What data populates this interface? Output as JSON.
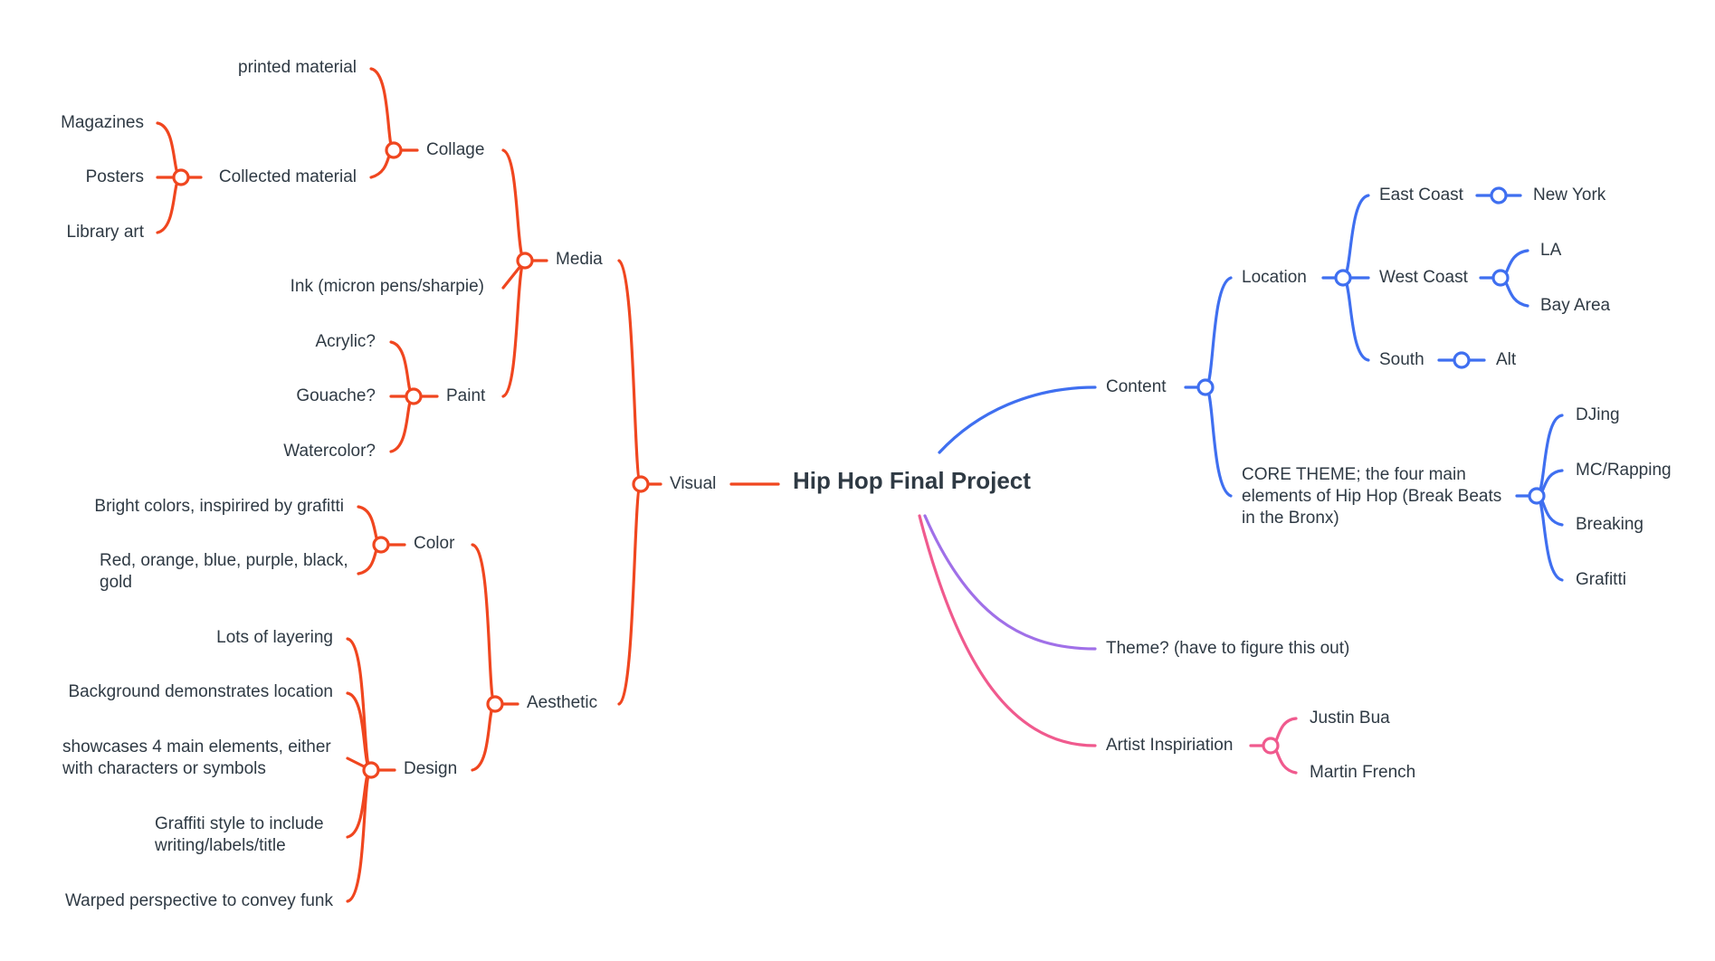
{
  "colors": {
    "visual": "#f0461f",
    "content": "#3f6ff0",
    "theme": "#a070e8",
    "artist": "#f05a8e",
    "text": "#2f3a44"
  },
  "map": {
    "root": "Hip Hop Final Project",
    "visual": {
      "label": "Visual",
      "media": {
        "label": "Media",
        "collage": {
          "label": "Collage",
          "printed": "printed material",
          "collected": {
            "label": "Collected material",
            "items": [
              "Magazines",
              "Posters",
              "Library art"
            ]
          }
        },
        "ink": "Ink (micron pens/sharpie)",
        "paint": {
          "label": "Paint",
          "items": [
            "Acrylic?",
            "Gouache?",
            "Watercolor?"
          ]
        }
      },
      "aesthetic": {
        "label": "Aesthetic",
        "color": {
          "label": "Color",
          "items": [
            "Bright colors, inspirired by grafitti",
            "Red, orange, blue, purple, black, gold"
          ]
        },
        "design": {
          "label": "Design",
          "items": [
            "Lots of layering",
            "Background demonstrates location",
            "showcases 4 main elements, either with characters or symbols",
            "Graffiti style to include writing/labels/title",
            "Warped perspective to convey funk"
          ]
        }
      }
    },
    "content": {
      "label": "Content",
      "location": {
        "label": "Location",
        "east": {
          "label": "East Coast",
          "child": "New York"
        },
        "west": {
          "label": "West Coast",
          "children": [
            "LA",
            "Bay Area"
          ]
        },
        "south": {
          "label": "South",
          "child": "Alt"
        }
      },
      "core": {
        "label": "CORE THEME; the four main elements of Hip Hop (Break Beats in the Bronx)",
        "items": [
          "DJing",
          "MC/Rapping",
          "Breaking",
          "Grafitti"
        ]
      }
    },
    "theme": "Theme? (have to figure this out)",
    "artist": {
      "label": "Artist Inspiriation",
      "items": [
        "Justin Bua",
        "Martin French"
      ]
    }
  }
}
